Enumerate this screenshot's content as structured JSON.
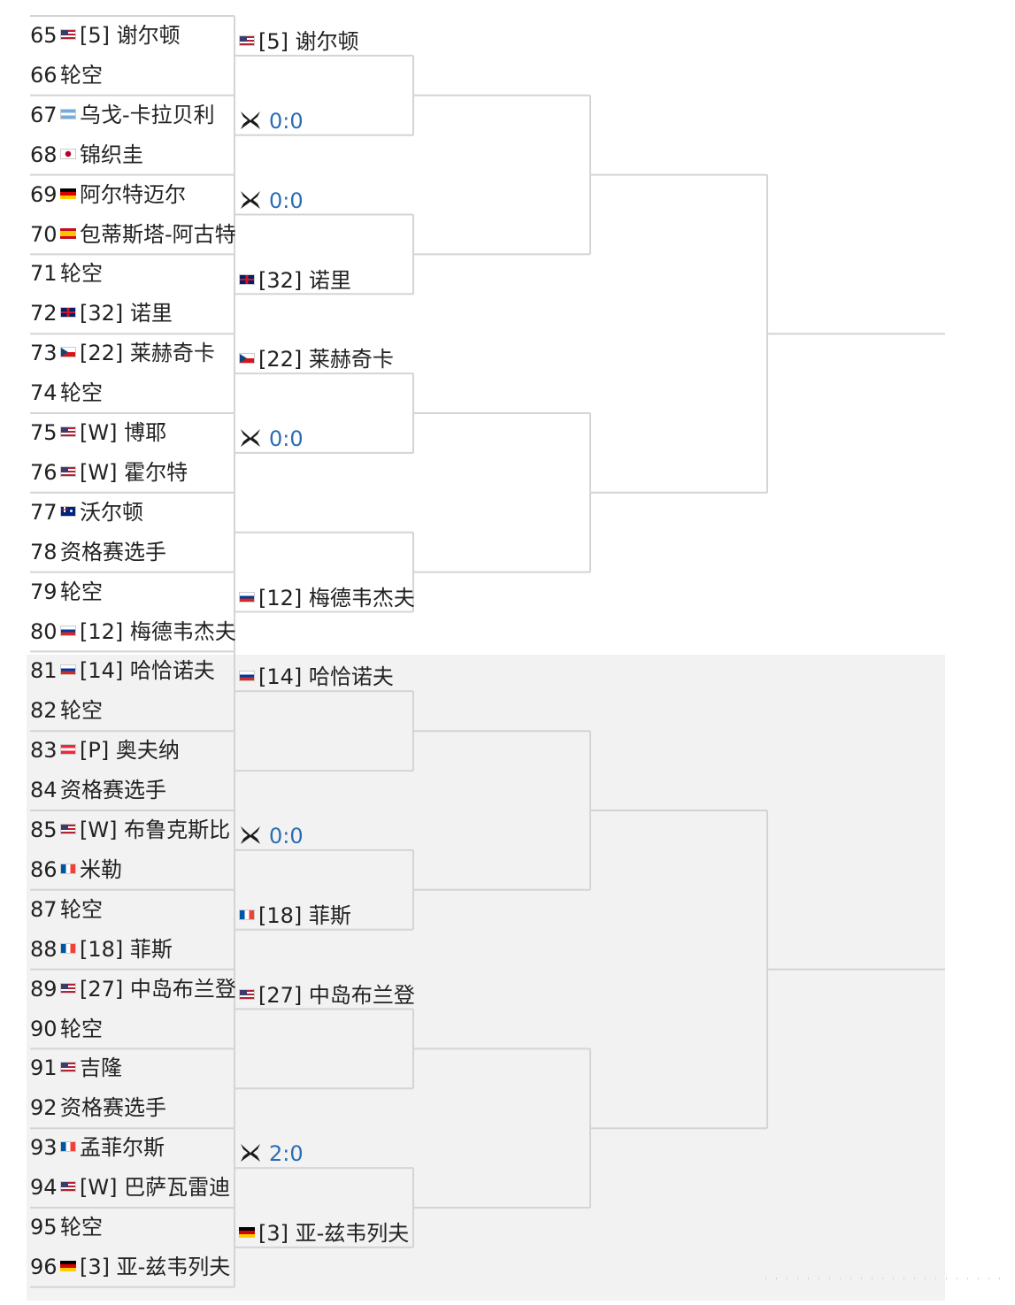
{
  "colors": {
    "score": "#2a6db5",
    "bracket_line": "#d4d4d4",
    "section_bg": "#f2f2f2"
  },
  "icons": {
    "head_to_head": "crossed-rackets-icon"
  },
  "round1": [
    {
      "num": "65",
      "flag": "us",
      "name": "[5] 谢尔顿"
    },
    {
      "num": "66",
      "flag": "",
      "name": "轮空"
    },
    {
      "num": "67",
      "flag": "ar",
      "name": "乌戈-卡拉贝利"
    },
    {
      "num": "68",
      "flag": "jp",
      "name": "锦织圭"
    },
    {
      "num": "69",
      "flag": "de",
      "name": "阿尔特迈尔"
    },
    {
      "num": "70",
      "flag": "es",
      "name": "包蒂斯塔-阿古特"
    },
    {
      "num": "71",
      "flag": "",
      "name": "轮空"
    },
    {
      "num": "72",
      "flag": "gb",
      "name": "[32] 诺里"
    },
    {
      "num": "73",
      "flag": "cz",
      "name": "[22] 莱赫奇卡"
    },
    {
      "num": "74",
      "flag": "",
      "name": "轮空"
    },
    {
      "num": "75",
      "flag": "us",
      "name": "[W] 博耶"
    },
    {
      "num": "76",
      "flag": "us",
      "name": "[W] 霍尔特"
    },
    {
      "num": "77",
      "flag": "au",
      "name": "沃尔顿"
    },
    {
      "num": "78",
      "flag": "",
      "name": "资格赛选手"
    },
    {
      "num": "79",
      "flag": "",
      "name": "轮空"
    },
    {
      "num": "80",
      "flag": "ru",
      "name": "[12] 梅德韦杰夫"
    },
    {
      "num": "81",
      "flag": "ru",
      "name": "[14] 哈恰诺夫"
    },
    {
      "num": "82",
      "flag": "",
      "name": "轮空"
    },
    {
      "num": "83",
      "flag": "at",
      "name": "[P] 奥夫纳"
    },
    {
      "num": "84",
      "flag": "",
      "name": "资格赛选手"
    },
    {
      "num": "85",
      "flag": "us",
      "name": "[W] 布鲁克斯比"
    },
    {
      "num": "86",
      "flag": "fr",
      "name": "米勒"
    },
    {
      "num": "87",
      "flag": "",
      "name": "轮空"
    },
    {
      "num": "88",
      "flag": "fr",
      "name": "[18] 菲斯"
    },
    {
      "num": "89",
      "flag": "us",
      "name": "[27] 中岛布兰登"
    },
    {
      "num": "90",
      "flag": "",
      "name": "轮空"
    },
    {
      "num": "91",
      "flag": "us",
      "name": "吉隆"
    },
    {
      "num": "92",
      "flag": "",
      "name": "资格赛选手"
    },
    {
      "num": "93",
      "flag": "fr",
      "name": "孟菲尔斯"
    },
    {
      "num": "94",
      "flag": "us",
      "name": "[W] 巴萨瓦雷迪"
    },
    {
      "num": "95",
      "flag": "",
      "name": "轮空"
    },
    {
      "num": "96",
      "flag": "de",
      "name": "[3] 亚-兹韦列夫"
    }
  ],
  "round2": [
    {
      "type": "player",
      "flag": "us",
      "text": "[5] 谢尔顿"
    },
    {
      "type": "score",
      "text": "0:0"
    },
    {
      "type": "score",
      "text": "0:0"
    },
    {
      "type": "player",
      "flag": "gb",
      "text": "[32] 诺里"
    },
    {
      "type": "player",
      "flag": "cz",
      "text": "[22] 莱赫奇卡"
    },
    {
      "type": "score",
      "text": "0:0"
    },
    {
      "type": "empty",
      "text": ""
    },
    {
      "type": "player",
      "flag": "ru",
      "text": "[12] 梅德韦杰夫"
    },
    {
      "type": "player",
      "flag": "ru",
      "text": "[14] 哈恰诺夫"
    },
    {
      "type": "empty",
      "text": ""
    },
    {
      "type": "score",
      "text": "0:0"
    },
    {
      "type": "player",
      "flag": "fr",
      "text": "[18] 菲斯"
    },
    {
      "type": "player",
      "flag": "us",
      "text": "[27] 中岛布兰登"
    },
    {
      "type": "empty",
      "text": ""
    },
    {
      "type": "score",
      "text": "2:0"
    },
    {
      "type": "player",
      "flag": "de",
      "text": "[3] 亚-兹韦列夫"
    }
  ]
}
